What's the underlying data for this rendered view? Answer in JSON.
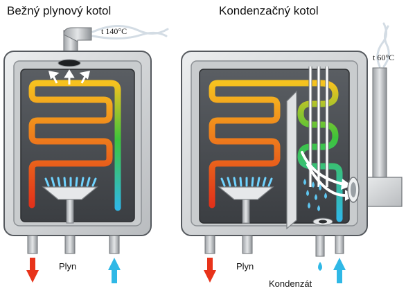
{
  "left": {
    "title": "Bežný plynový kotol",
    "temperature": "t 140°C",
    "gas_label": "Plyn"
  },
  "right": {
    "title": "Kondenzačný kotol",
    "temperature": "t 60°C",
    "gas_label": "Plyn",
    "condensate_label": "Kondenzát"
  },
  "colors": {
    "hot": "#e8331a",
    "warm": "#f5b41e",
    "cool": "#3ec43a",
    "cold": "#2fb8e6",
    "case": "#d6d8da",
    "inner": "#4a4d52"
  }
}
